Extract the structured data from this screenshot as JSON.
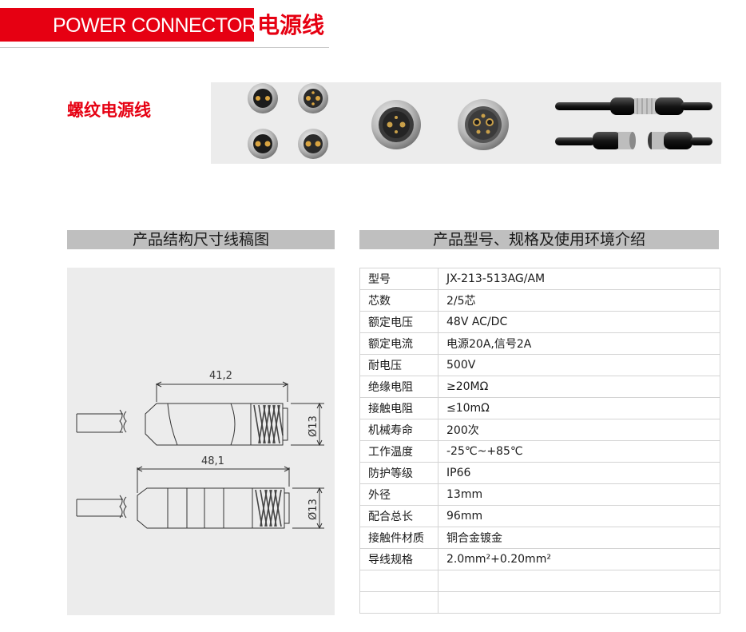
{
  "header": {
    "title_en": "POWER CONNECTOR",
    "title_cn": "电源线"
  },
  "product": {
    "subtitle": "螺纹电源线"
  },
  "sections": {
    "drawing_title": "产品结构尺寸线稿图",
    "specs_title": "产品型号、规格及使用环境介绍"
  },
  "drawing": {
    "dim_top": "41,2",
    "dim_top_dia": "Ø13",
    "dim_bottom": "48,1",
    "dim_bottom_dia": "Ø13"
  },
  "specs": [
    {
      "label": "型号",
      "value": "JX-213-513AG/AM"
    },
    {
      "label": "芯数",
      "value": "2/5芯"
    },
    {
      "label": "额定电压",
      "value": "48V AC/DC"
    },
    {
      "label": "额定电流",
      "value": "电源20A,信号2A"
    },
    {
      "label": "耐电压",
      "value": "500V"
    },
    {
      "label": "绝缘电阻",
      "value": "≥20MΩ"
    },
    {
      "label": "接触电阻",
      "value": "≤10mΩ"
    },
    {
      "label": "机械寿命",
      "value": "200次"
    },
    {
      "label": "工作温度",
      "value": "-25℃~+85℃"
    },
    {
      "label": "防护等级",
      "value": "IP66"
    },
    {
      "label": "外径",
      "value": "13mm"
    },
    {
      "label": "配合总长",
      "value": "96mm"
    },
    {
      "label": "接触件材质",
      "value": "铜合金镀金"
    },
    {
      "label": "导线规格",
      "value": "2.0mm²+0.20mm²"
    },
    {
      "label": "",
      "value": ""
    },
    {
      "label": "",
      "value": ""
    }
  ]
}
